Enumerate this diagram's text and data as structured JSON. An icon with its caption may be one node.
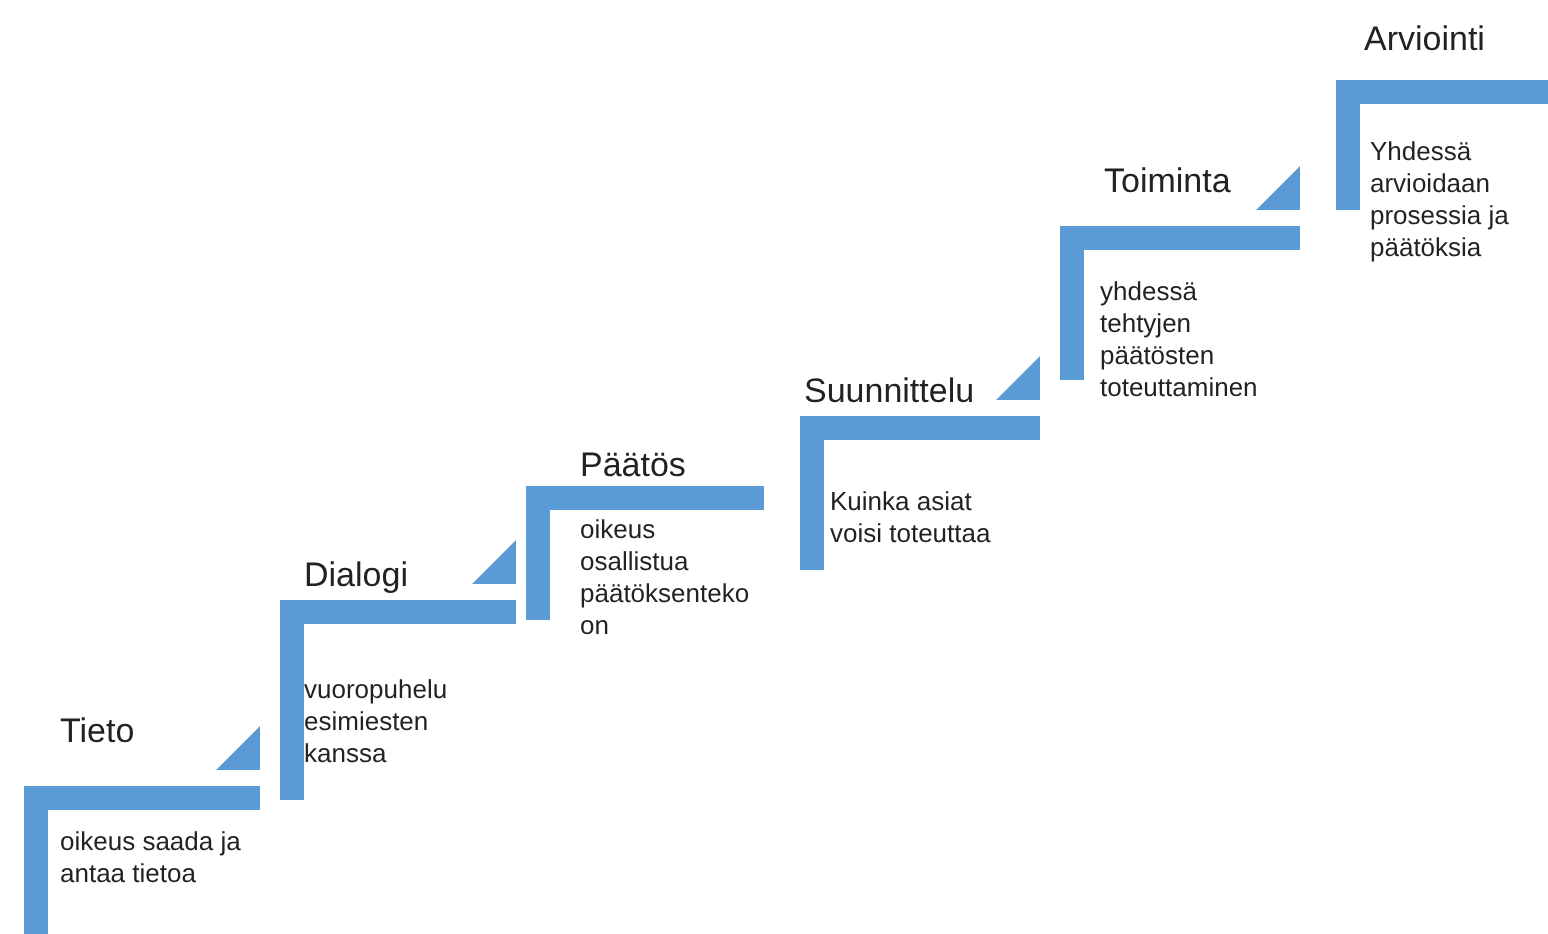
{
  "diagram": {
    "nodes": [
      {
        "text": [
          "Tieto",
          "oikeus saada ja antaa tietoa"
        ]
      },
      {
        "text": [
          "Dialogi",
          "vuoropuhelu esimiesten kanssa"
        ]
      },
      {
        "text": [
          "Päätös",
          "oikeus osallistua päätöksentekoon"
        ]
      },
      {
        "text": [
          "Suunnittelu",
          "Kuinka asiat voisi toteuttaa"
        ]
      },
      {
        "text": [
          "Toiminta",
          "yhdessä tehtyjen päätösten toteuttaminen"
        ]
      },
      {
        "text": [
          "Arviointi",
          "Yhdessä arvioidaan prosessia ja päätöksia"
        ]
      }
    ]
  }
}
